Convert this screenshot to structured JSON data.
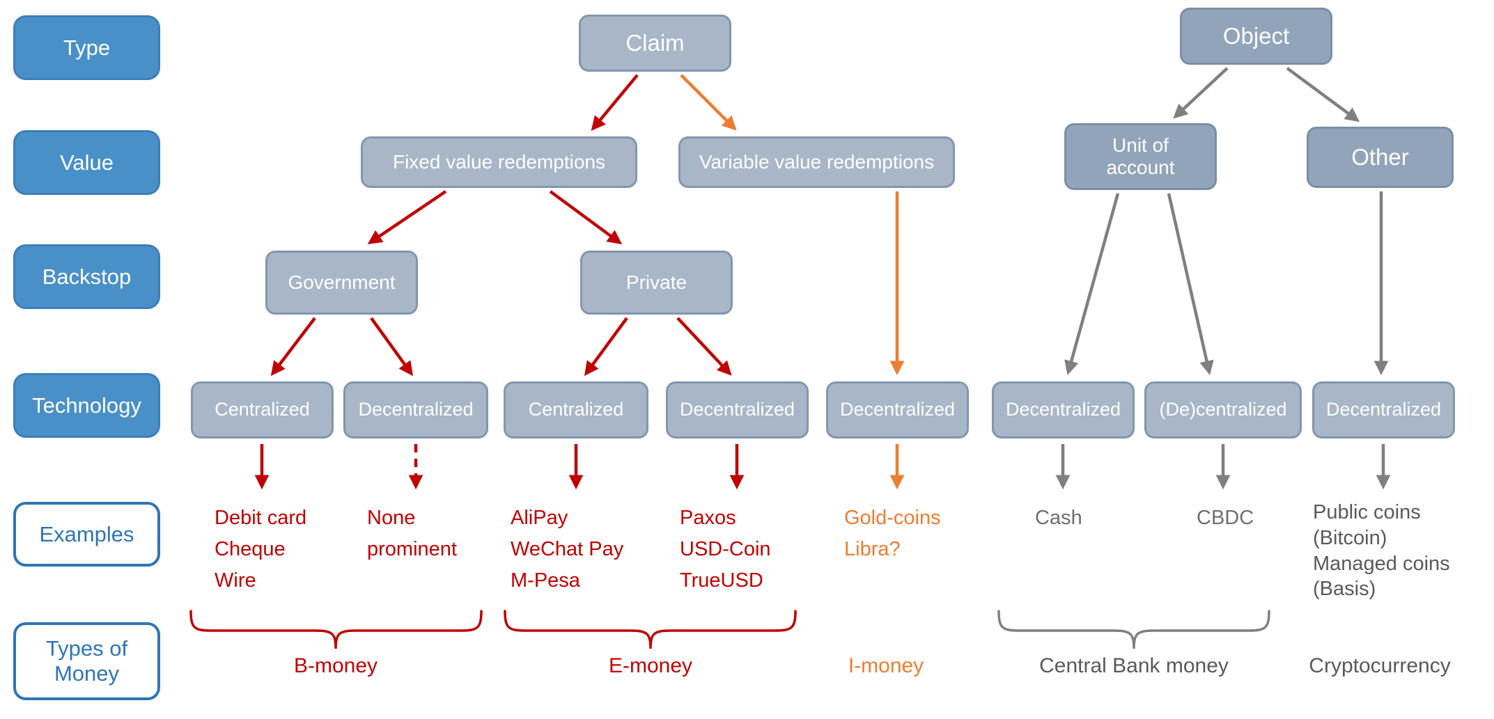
{
  "colors": {
    "row_label_blue": "#4A90C8",
    "outline_blue": "#2E75B6",
    "node_fill": "#A8B6C8",
    "node_fill_dark": "#92A4BA",
    "node_border": "#8296AE",
    "red": "#C00000",
    "orange": "#ED7D31",
    "gray": "#808080",
    "dark_gray": "#595959"
  },
  "rows": {
    "type": "Type",
    "value": "Value",
    "backstop": "Backstop",
    "technology": "Technology",
    "examples": "Examples",
    "types_of_money": "Types of Money"
  },
  "nodes": {
    "claim": "Claim",
    "object": "Object",
    "fixed_value": "Fixed value redemptions",
    "variable_value": "Variable value redemptions",
    "unit_of_account": "Unit of account",
    "other": "Other",
    "government": "Government",
    "private": "Private",
    "tech_gov_centralized": "Centralized",
    "tech_gov_decentralized": "Decentralized",
    "tech_priv_centralized": "Centralized",
    "tech_priv_decentralized": "Decentralized",
    "tech_variable_decentralized": "Decentralized",
    "tech_uoa_decentralized": "Decentralized",
    "tech_uoa_de_centralized": "(De)centralized",
    "tech_other_decentralized": "Decentralized"
  },
  "examples": {
    "b_money_centralized": "Debit card\nCheque\nWire",
    "b_money_decentralized": "None\nprominent",
    "e_money_centralized": "AliPay\nWeChat Pay\nM-Pesa",
    "e_money_decentralized": "Paxos\nUSD-Coin\nTrueUSD",
    "i_money": "Gold-coins\nLibra?",
    "cash": "Cash",
    "cbdc": "CBDC",
    "crypto": "Public coins\n(Bitcoin)\nManaged coins\n(Basis)"
  },
  "money_types": {
    "b_money": "B-money",
    "e_money": "E-money",
    "i_money": "I-money",
    "central_bank": "Central Bank money",
    "cryptocurrency": "Cryptocurrency"
  }
}
